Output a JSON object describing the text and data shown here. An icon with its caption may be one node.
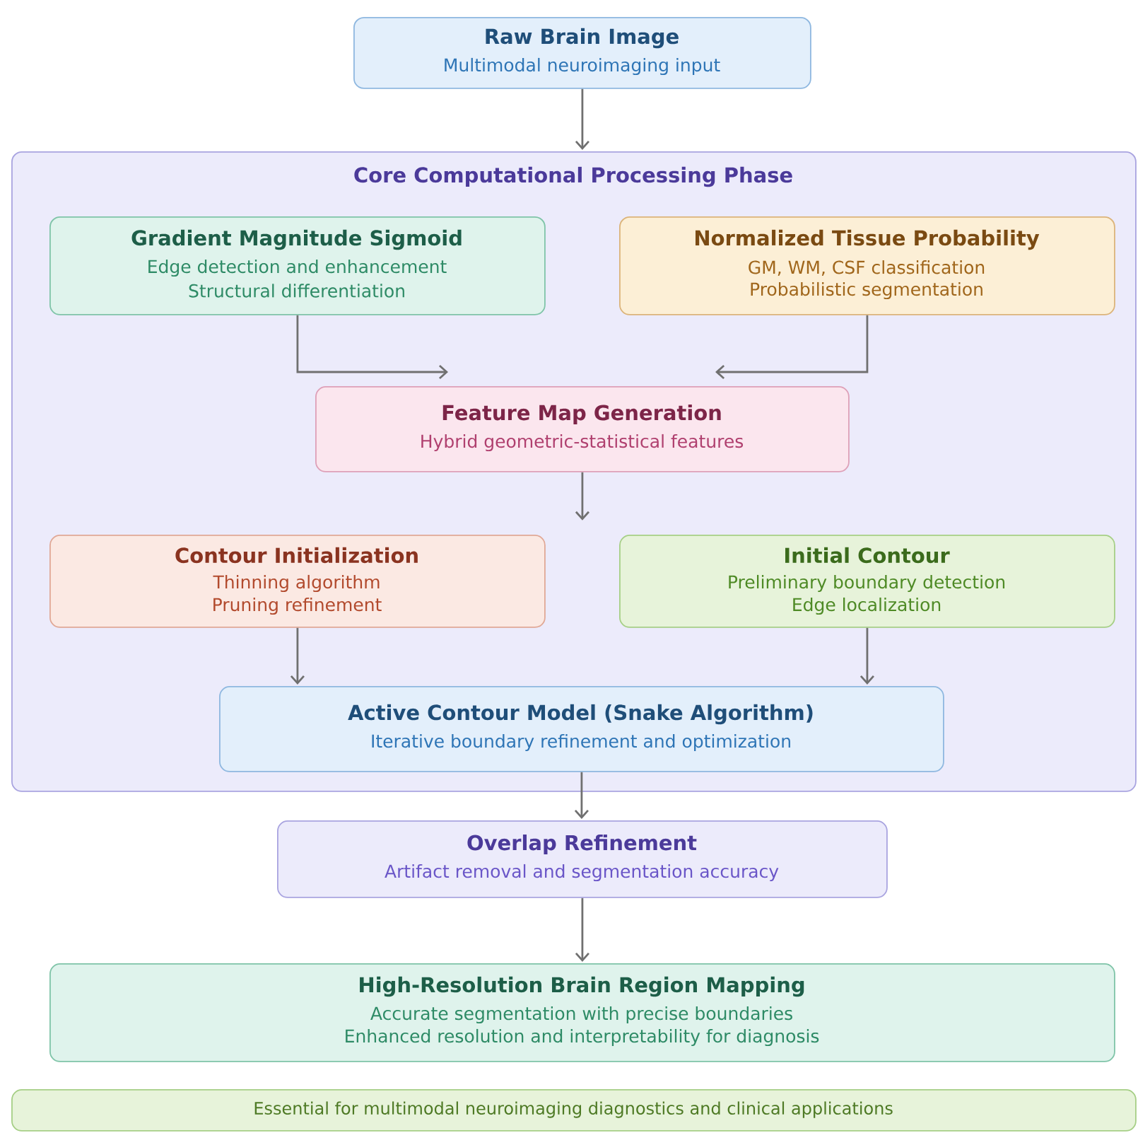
{
  "diagram": {
    "nodes": [
      {
        "text": [
          "Raw Brain Image",
          "Multimodal neuroimaging input"
        ]
      },
      {
        "text": [
          "Core Computational Processing Phase"
        ]
      },
      {
        "text": [
          "Gradient Magnitude Sigmoid",
          "Edge detection and enhancement",
          "Structural differentiation"
        ],
        "in": 1
      },
      {
        "text": [
          "Normalized Tissue Probability",
          "GM, WM, CSF classification",
          "Probabilistic segmentation"
        ],
        "in": 1
      },
      {
        "text": [
          "Feature Map Generation",
          "Hybrid geometric-statistical features"
        ],
        "in": 1
      },
      {
        "text": [
          "Contour Initialization",
          "Thinning algorithm",
          "Pruning refinement"
        ],
        "in": 1
      },
      {
        "text": [
          "Initial Contour",
          "Preliminary boundary detection",
          "Edge localization"
        ],
        "in": 1
      },
      {
        "text": [
          "Active Contour Model (Snake Algorithm)",
          "Iterative boundary refinement and optimization"
        ],
        "in": 1
      },
      {
        "text": [
          "Overlap Refinement",
          "Artifact removal and segmentation accuracy"
        ]
      },
      {
        "text": [
          "High-Resolution Brain Region Mapping",
          "Accurate segmentation with precise boundaries",
          "Enhanced resolution and interpretability for diagnosis"
        ]
      },
      {
        "text": [
          "Essential for multimodal neuroimaging diagnostics and clinical applications"
        ]
      }
    ],
    "edges": [
      {
        "from": 0,
        "to": 1,
        "arrow": "to"
      },
      {
        "from": 2,
        "to": 4,
        "arrow": "to"
      },
      {
        "from": 3,
        "to": 4,
        "arrow": "to"
      },
      {
        "from": 4,
        "to": null,
        "arrow": "to"
      },
      {
        "from": 5,
        "to": 7,
        "arrow": "to"
      },
      {
        "from": 6,
        "to": 7,
        "arrow": "to"
      },
      {
        "from": 7,
        "to": 8,
        "arrow": "to"
      },
      {
        "from": 8,
        "to": 9,
        "arrow": "to"
      }
    ]
  }
}
